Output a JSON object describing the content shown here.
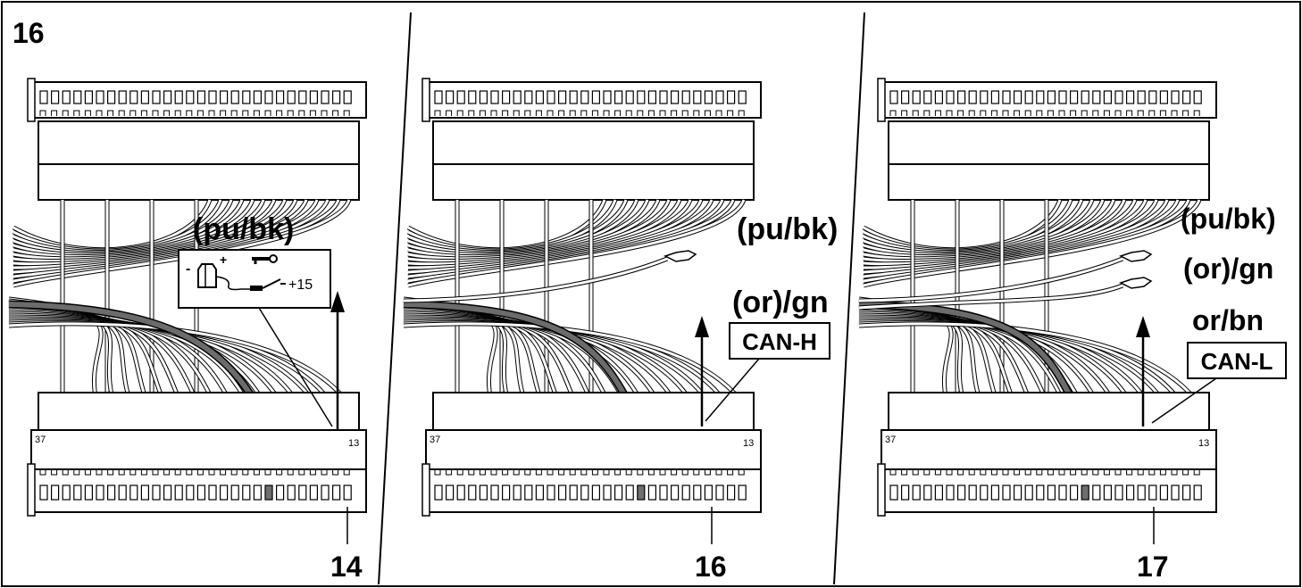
{
  "figure_number": "16",
  "panels": [
    {
      "id": "panel-1",
      "pin_number": "14",
      "wire_labels": [
        "(pu/bk)"
      ],
      "pin_left": "37",
      "pin_right": "13",
      "symbol_text": "+15",
      "symbol_signs": [
        "-",
        "+"
      ]
    },
    {
      "id": "panel-2",
      "pin_number": "16",
      "wire_labels": [
        "(pu/bk)",
        "(or)/gn"
      ],
      "signal_box": "CAN-H",
      "pin_left": "37",
      "pin_right": "13"
    },
    {
      "id": "panel-3",
      "pin_number": "17",
      "wire_labels": [
        "(pu/bk)",
        "(or)/gn",
        "or/bn"
      ],
      "signal_box": "CAN-L",
      "pin_left": "37",
      "pin_right": "13"
    }
  ],
  "colors": {
    "line": "#000000",
    "highlight_wire": "#7a7a7a",
    "pin_fill": "#6e6e6e",
    "background": "#ffffff"
  }
}
